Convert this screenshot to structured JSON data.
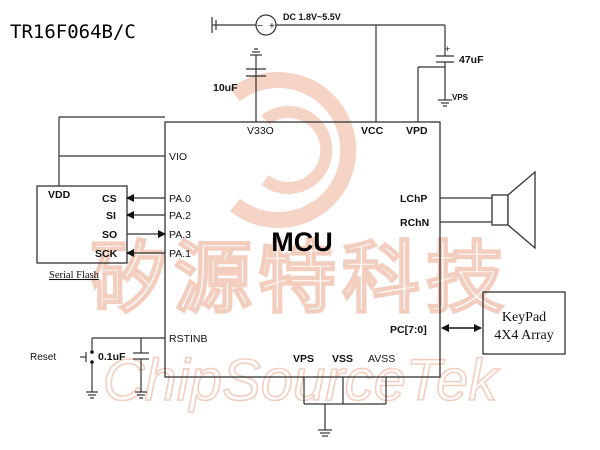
{
  "title": "TR16F064B/C",
  "power": {
    "label": "DC 1.8V~5.5V"
  },
  "caps": {
    "c10": "10uF",
    "c47": "47uF",
    "c47_plus": "+",
    "c01": "0.1uF"
  },
  "vps_top": "VPS",
  "mcu": {
    "label": "MCU",
    "pins": {
      "v33o": "V33O",
      "vcc": "VCC",
      "vpd": "VPD",
      "vio": "VIO",
      "pa0": "PA.0",
      "pa2": "PA.2",
      "pa3": "PA.3",
      "pa1": "PA.1",
      "lchp": "LChP",
      "rchn": "RChN",
      "rstinb": "RSTINB",
      "pc": "PC[7:0]",
      "vps": "VPS",
      "vss": "VSS",
      "avss": "AVSS"
    }
  },
  "flash": {
    "caption": "Serial Flash",
    "vdd": "VDD",
    "cs": "CS",
    "si": "SI",
    "so": "SO",
    "sck": "SCK"
  },
  "reset": {
    "label": "Reset"
  },
  "keypad": {
    "line1": "KeyPad",
    "line2": "4X4 Array"
  },
  "watermark": {
    "cn": "矽源特科技",
    "en": "ChipSourceTek"
  },
  "colors": {
    "watermark": "#f2c9b9",
    "wire": "#333333"
  }
}
